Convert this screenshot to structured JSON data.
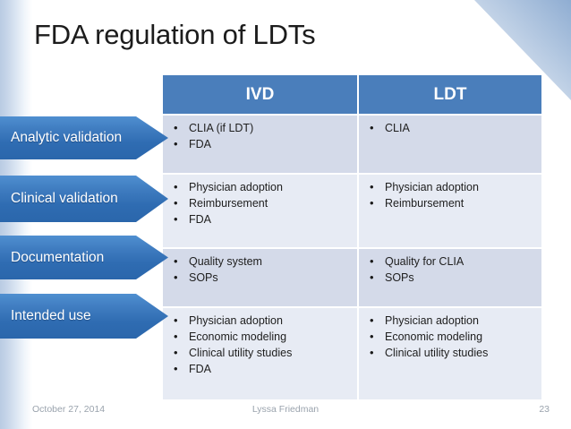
{
  "slide": {
    "title": "FDA regulation of LDTs",
    "accent_blue": "#4a7ebb",
    "arrow_blue": "#3f7cc0",
    "row_odd_bg": "#d4dae9",
    "row_even_bg": "#e7ebf4"
  },
  "table": {
    "headers": [
      "IVD",
      "LDT"
    ],
    "rows": [
      {
        "label": "Analytic validation",
        "ivd": [
          "CLIA (if LDT)",
          "FDA"
        ],
        "ldt": [
          "CLIA"
        ]
      },
      {
        "label": "Clinical validation",
        "ivd": [
          "Physician adoption",
          "Reimbursement",
          "FDA"
        ],
        "ldt": [
          "Physician adoption",
          "Reimbursement"
        ]
      },
      {
        "label": "Documentation",
        "ivd": [
          "Quality system",
          "SOPs"
        ],
        "ldt": [
          "Quality for CLIA",
          "SOPs"
        ]
      },
      {
        "label": "Intended use",
        "ivd": [
          "Physician adoption",
          "Economic modeling",
          "Clinical utility studies",
          "FDA"
        ],
        "ldt": [
          "Physician adoption",
          "Economic modeling",
          "Clinical utility studies"
        ]
      }
    ]
  },
  "footer": {
    "date": "October 27, 2014",
    "author": "Lyssa Friedman",
    "page": "23"
  }
}
